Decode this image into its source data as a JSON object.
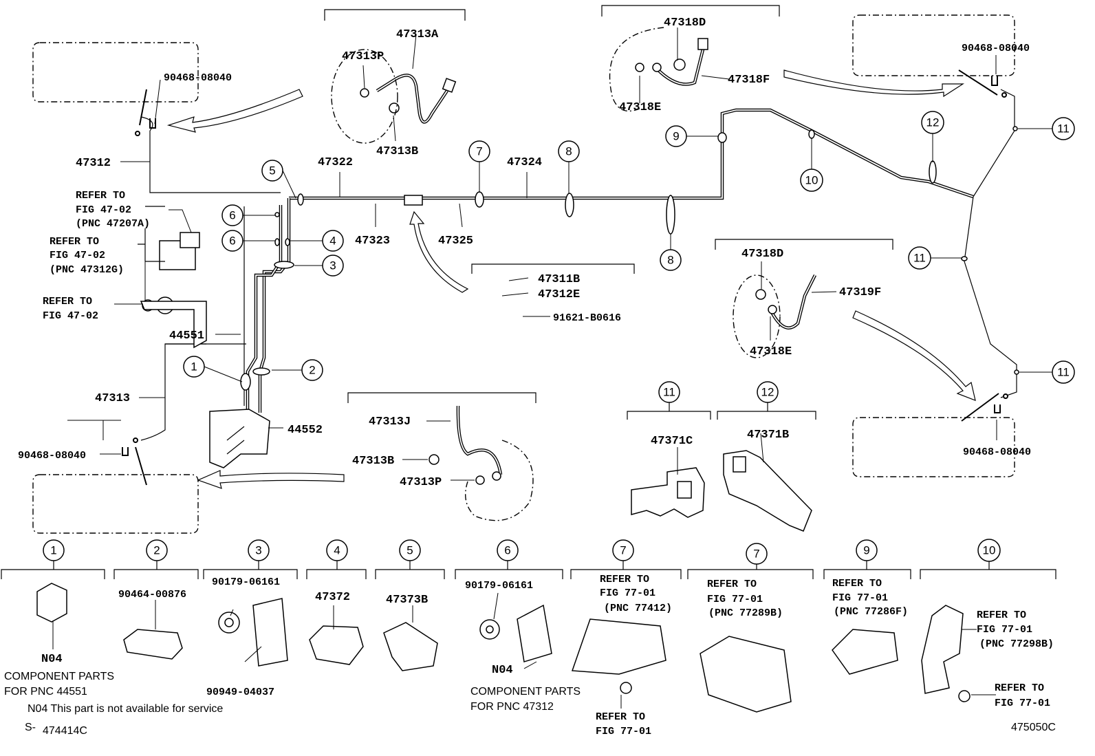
{
  "labels": {
    "p47312": "47312",
    "p90468_tl": "90468-08040",
    "p47313A": "47313A",
    "p47313P_top": "47313P",
    "p47313B_top": "47313B",
    "p47322": "47322",
    "p47323": "47323",
    "p47324": "47324",
    "p47325": "47325",
    "refer1a": "REFER TO",
    "refer1b": "FIG 47-02",
    "refer1c": "(PNC 47207A)",
    "refer2a": "REFER TO",
    "refer2b": "FIG 47-02",
    "refer2c": "(PNC 47312G)",
    "refer3a": "REFER TO",
    "refer3b": "FIG 47-02",
    "p44551": "44551",
    "p47313": "47313",
    "p90468_bl": "90468-08040",
    "p44552": "44552",
    "p47313J": "47313J",
    "p47313B_mid": "47313B",
    "p47313P_mid": "47313P",
    "p47311B": "47311B",
    "p47312E": "47312E",
    "p91621": "91621-B0616",
    "p47318D_top": "47318D",
    "p47318F": "47318F",
    "p47318E_top": "47318E",
    "p90468_tr": "90468-08040",
    "p47318D_mid": "47318D",
    "p47319F": "47319F",
    "p47318E_mid": "47318E",
    "p90468_br": "90468-08040",
    "p47371C": "47371C",
    "p47371B": "47371B",
    "b_90464": "90464-00876",
    "b_90179a": "90179-06161",
    "b_90949": "90949-04037",
    "b_47372": "47372",
    "b_47373B": "47373B",
    "b_90179b": "90179-06161",
    "b_N04a": "N04",
    "b_comp1a": "COMPONENT PARTS",
    "b_comp1b": "FOR PNC 44551",
    "b_N04b": "N04",
    "b_comp2a": "COMPONENT PARTS",
    "b_comp2b": "FOR PNC 47312",
    "b7a_1": "REFER TO",
    "b7a_2": "FIG 77-01",
    "b7a_3": "(PNC 77412)",
    "b7a_4": "REFER TO",
    "b7a_5": "FIG 77-01",
    "b7b_1": "REFER TO",
    "b7b_2": "FIG 77-01",
    "b7b_3": "(PNC 77289B)",
    "b9_1": "REFER TO",
    "b9_2": "FIG 77-01",
    "b9_3": "(PNC 77286F)",
    "b10_1": "REFER TO",
    "b10_2": "FIG 77-01",
    "b10_3": "(PNC 77298B)",
    "b10_4": "REFER TO",
    "b10_5": "FIG 77-01"
  },
  "callouts": {
    "c1": "1",
    "c2": "2",
    "c3": "3",
    "c4": "4",
    "c5": "5",
    "c6a": "6",
    "c6b": "6",
    "c7": "7",
    "c8a": "8",
    "c8b": "8",
    "c9": "9",
    "c10": "10",
    "c11a": "11",
    "c11b": "11",
    "c11c": "11",
    "c12": "12",
    "c11d": "11",
    "c12d": "12",
    "k1": "1",
    "k2": "2",
    "k3": "3",
    "k4": "4",
    "k5": "5",
    "k6": "6",
    "k7a": "7",
    "k7b": "7",
    "k9": "9",
    "k10": "10"
  },
  "footer": {
    "note": "N04 This part is not available for service",
    "code_left": "S-",
    "code_left2": "474414C",
    "code_right": "475050C"
  }
}
